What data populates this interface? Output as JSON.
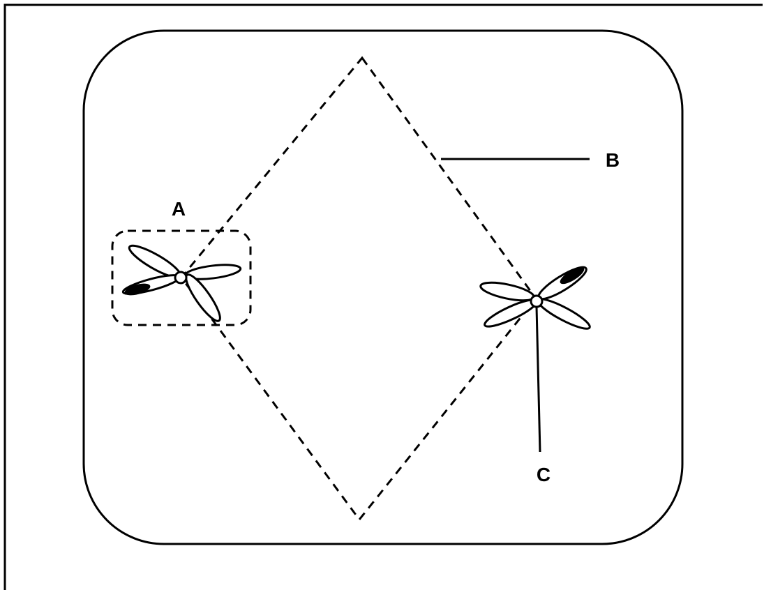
{
  "diagram": {
    "labels": {
      "a": "A",
      "b": "B",
      "c": "C"
    },
    "colors": {
      "stroke": "#000000",
      "background": "#ffffff"
    }
  }
}
